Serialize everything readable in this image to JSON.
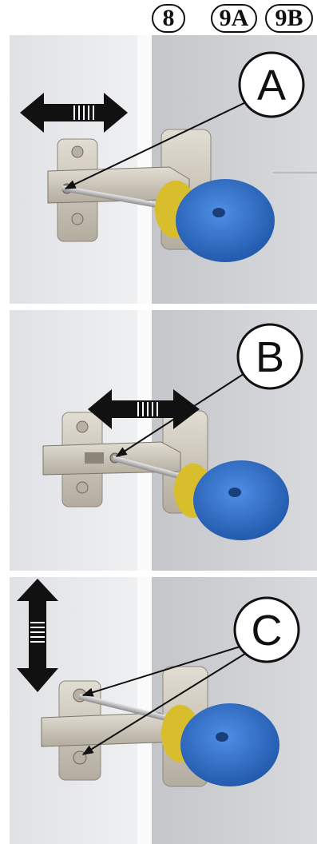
{
  "steps": [
    "8",
    "9A",
    "9B"
  ],
  "panels": [
    {
      "callout": "A",
      "arrow": "horizontal"
    },
    {
      "callout": "B",
      "arrow": "horizontal"
    },
    {
      "callout": "C",
      "arrow": "vertical"
    }
  ],
  "colors": {
    "cabinet_side": "#e9eaec",
    "door_face": "#cfd1d5",
    "hinge_metal": "#c9c3b7",
    "screwdriver_handle": "#2f6fc9",
    "screwdriver_ring": "#e0c63a",
    "arrow": "#111111"
  }
}
